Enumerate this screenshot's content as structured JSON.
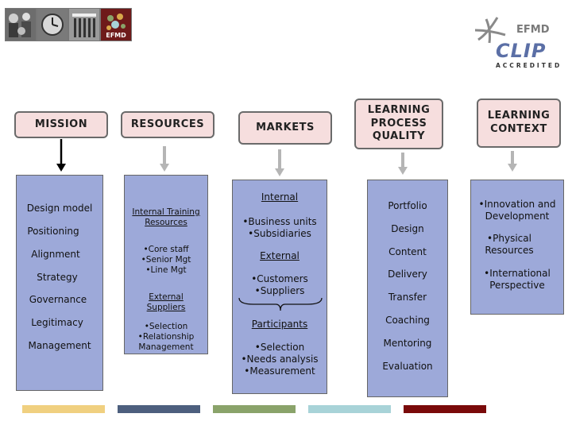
{
  "logo": {
    "efmd_small": "EFMD",
    "efmd": "EFMD",
    "clip": "CLIP",
    "accredited": "ACCREDITED"
  },
  "headers": {
    "mission": "MISSION",
    "resources": "RESOURCES",
    "markets": "MARKETS",
    "learning_process_quality": "LEARNING\nPROCESS\nQUALITY",
    "learning_context": "LEARNING\nCONTEXT"
  },
  "mission_items": [
    "Design model",
    "Positioning",
    "Alignment",
    "Strategy",
    "Governance",
    "Legitimacy",
    "Management"
  ],
  "resources": {
    "internal_training": "Internal Training\nResources",
    "internal_list": "•Core staff\n•Senior Mgt\n•Line Mgt",
    "external_suppliers": "External\nSuppliers",
    "external_list": "•Selection\n•Relationship\nManagement"
  },
  "markets": {
    "internal": "Internal",
    "internal_list": "•Business units\n•Subsidiaries",
    "external": "External",
    "external_list": "•Customers\n•Suppliers",
    "participants": "Participants",
    "participants_list": "•Selection\n•Needs analysis\n•Measurement"
  },
  "learning_items": [
    "Portfolio",
    "Design",
    "Content",
    "Delivery",
    "Transfer",
    "Coaching",
    "Mentoring",
    "Evaluation"
  ],
  "context_items": [
    "•Innovation and\nDevelopment",
    "•Physical\nResources",
    "•International\nPerspective"
  ],
  "colors": {
    "header_fill": "#f6dede",
    "column_fill": "#9da9d9",
    "bars": [
      "#f0d080",
      "#4d5f7e",
      "#8aa36a",
      "#a8d3d8",
      "#7a0a0a"
    ]
  }
}
